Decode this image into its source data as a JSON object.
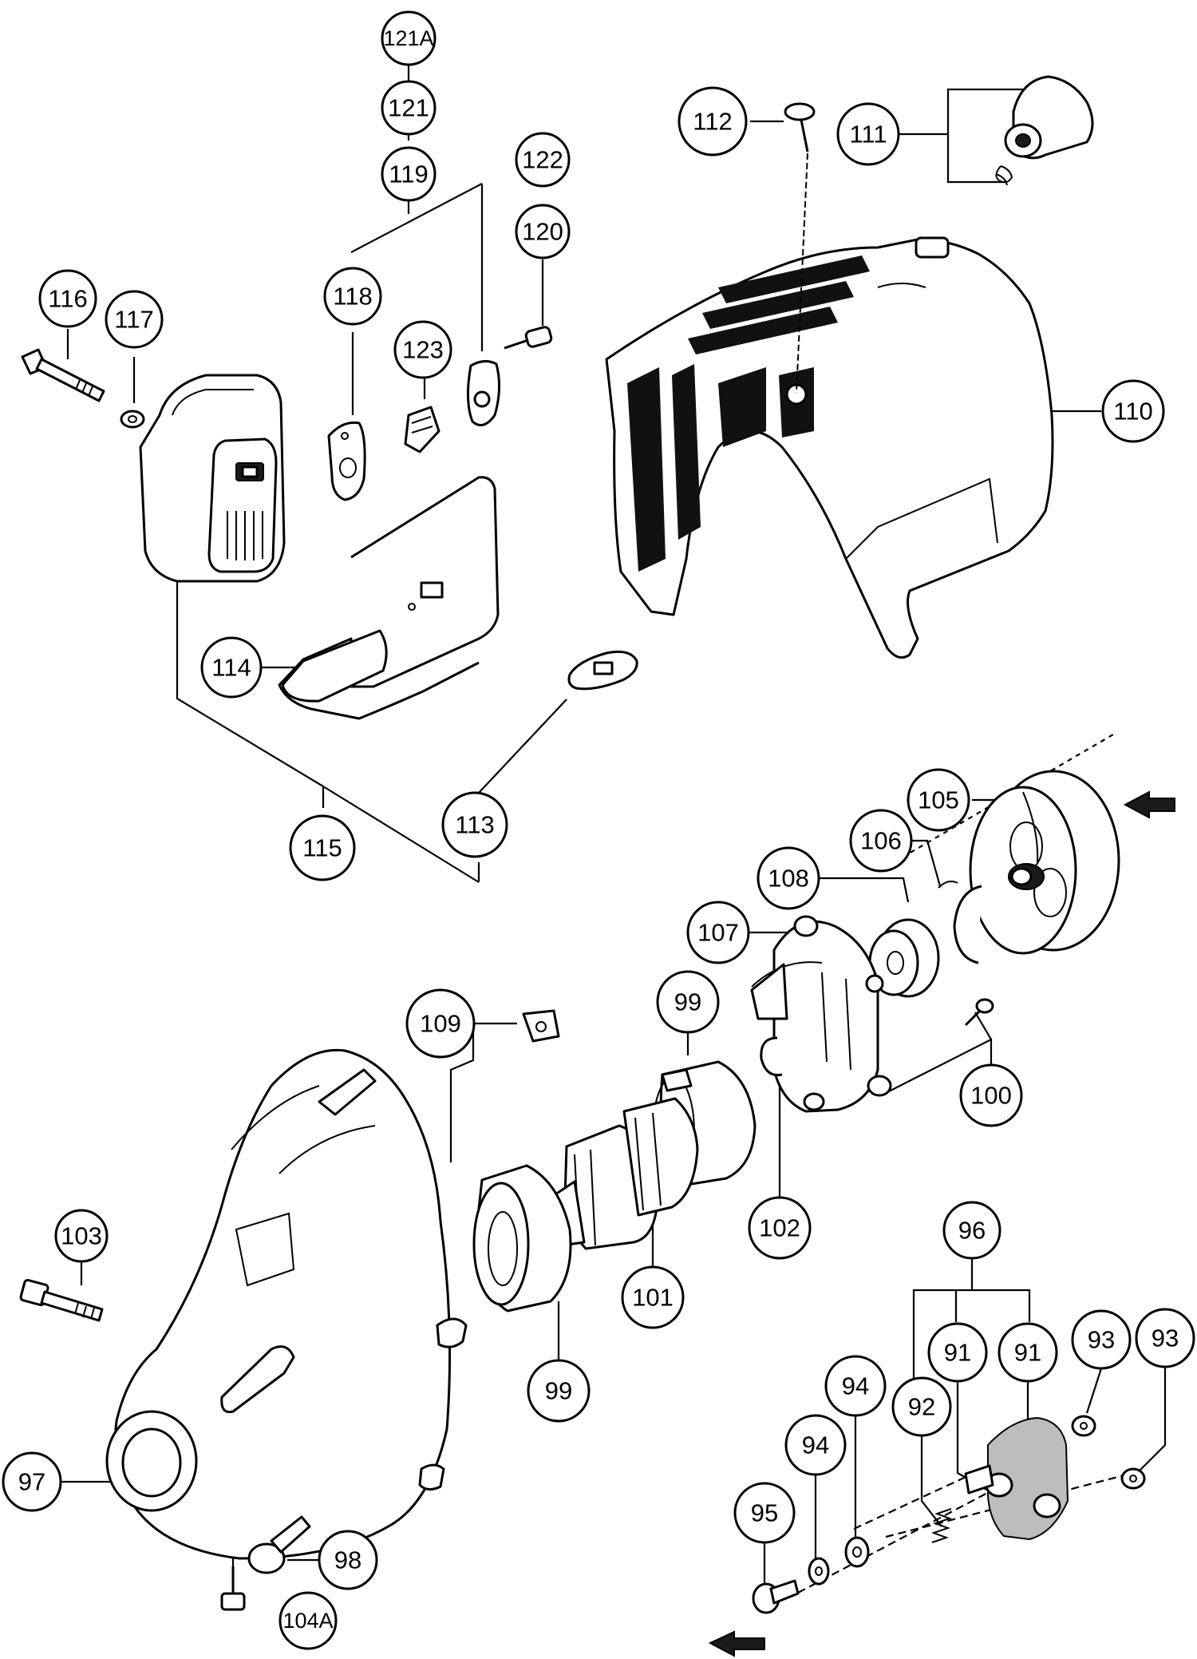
{
  "callouts": [
    {
      "id": "121A"
    },
    {
      "id": "121"
    },
    {
      "id": "119"
    },
    {
      "id": "122"
    },
    {
      "id": "120"
    },
    {
      "id": "116"
    },
    {
      "id": "117"
    },
    {
      "id": "118"
    },
    {
      "id": "123"
    },
    {
      "id": "112"
    },
    {
      "id": "111"
    },
    {
      "id": "110"
    },
    {
      "id": "114"
    },
    {
      "id": "113"
    },
    {
      "id": "115"
    },
    {
      "id": "105"
    },
    {
      "id": "106"
    },
    {
      "id": "108"
    },
    {
      "id": "107"
    },
    {
      "id": "99"
    },
    {
      "id": "109"
    },
    {
      "id": "100"
    },
    {
      "id": "102"
    },
    {
      "id": "101"
    },
    {
      "id": "103"
    },
    {
      "id": "96"
    },
    {
      "id": "91"
    },
    {
      "id": "93"
    },
    {
      "id": "94"
    },
    {
      "id": "92"
    },
    {
      "id": "95"
    },
    {
      "id": "97"
    },
    {
      "id": "98"
    },
    {
      "id": "104A"
    }
  ],
  "colors": {
    "ink": "#000000",
    "paper": "#ffffff"
  }
}
